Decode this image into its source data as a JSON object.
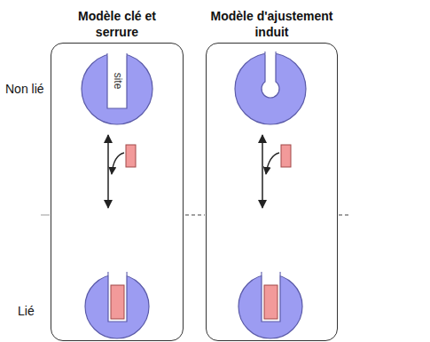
{
  "diagram": {
    "nodes": [
      {
        "text": [
          "Modèle clé et serrure"
        ]
      },
      {
        "text": [
          "Modèle d'ajustement induit"
        ]
      },
      {
        "text": [
          "site"
        ],
        "in": 0
      }
    ],
    "labels": [
      "Non lié",
      "Lié"
    ]
  }
}
